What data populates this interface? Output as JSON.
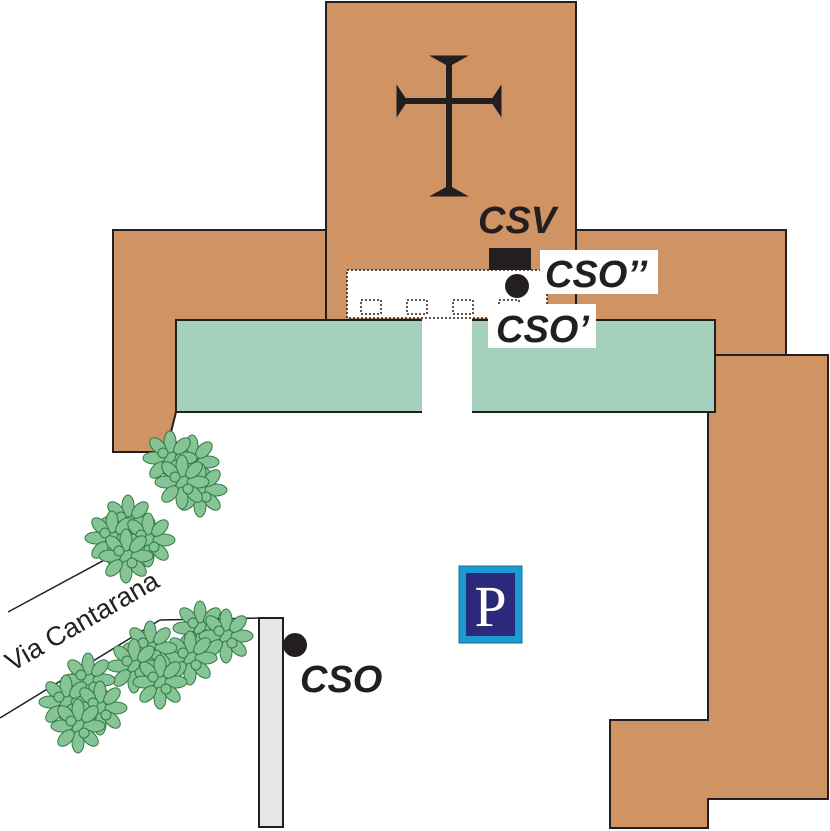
{
  "colors": {
    "building": "#d09363",
    "outline": "#231f20",
    "churchyard": "#a5d1bc",
    "wall": "#e6e6e6",
    "foliage_fill": "#86c496",
    "foliage_stroke": "#2f7a45",
    "parking_bg": "#1e9ad0",
    "parking_inner": "#2b2a7a",
    "label_bg": "#ffffff",
    "marker": "#231f20"
  },
  "icons": {
    "church": "latin-cross-icon",
    "parking": "parking-sign-icon",
    "vehicle": "rectangle-marker-icon",
    "point": "circle-marker-icon",
    "trees": "tree-canopy-icon"
  },
  "street": {
    "name": "Via Cantarana"
  },
  "labels": {
    "csv": "CSV",
    "cso_double": "CSO’’",
    "cso_single": "CSO’",
    "cso": "CSO"
  },
  "parking": {
    "letter": "P"
  }
}
